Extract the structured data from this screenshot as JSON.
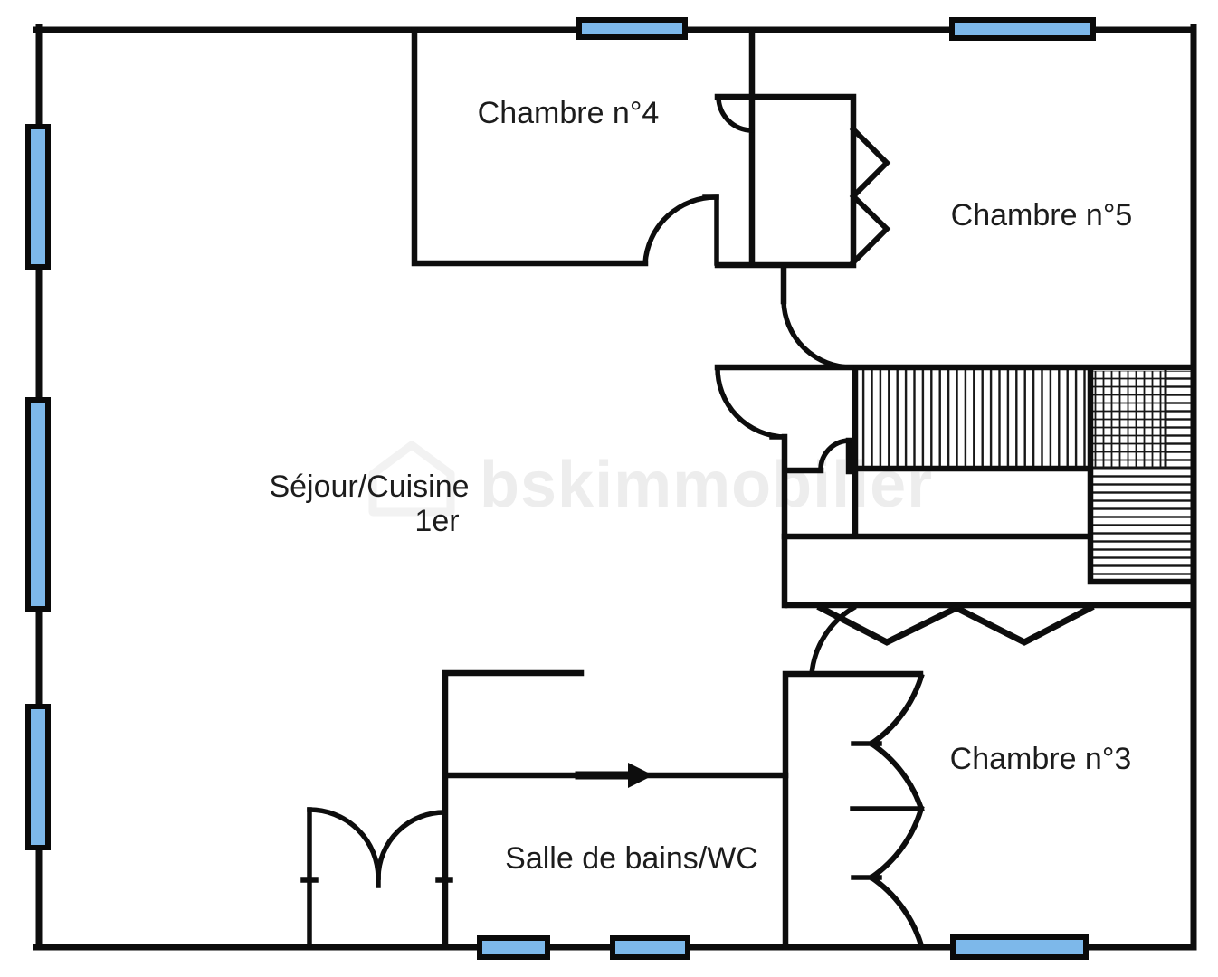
{
  "plan": {
    "type": "floor-plan",
    "floor_indicator": "1er"
  },
  "rooms": [
    {
      "id": "chambre-4",
      "label": "Chambre n°4"
    },
    {
      "id": "chambre-5",
      "label": "Chambre n°5"
    },
    {
      "id": "sejour-cuisine",
      "label": "Séjour/Cuisine",
      "floor": "1er"
    },
    {
      "id": "salle-de-bains-wc",
      "label": "Salle de bains/WC"
    },
    {
      "id": "chambre-3",
      "label": "Chambre n°3"
    }
  ],
  "watermark": {
    "text": "bskimmobilier"
  },
  "colors": {
    "wall": "#0d0d0d",
    "window_fill": "#7db8ea",
    "label_text": "#1c1c1c",
    "watermark": "#ededed"
  }
}
